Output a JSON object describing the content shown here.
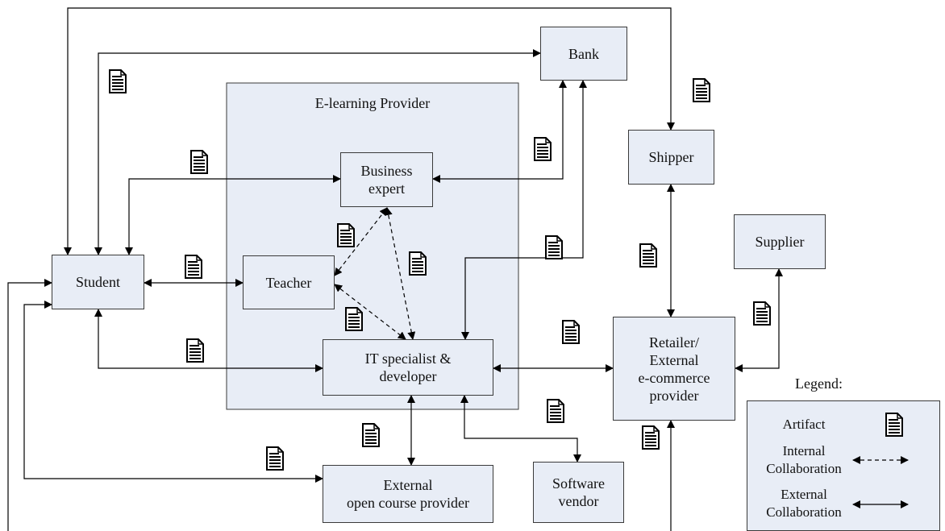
{
  "container": {
    "title": "E-learning Provider"
  },
  "nodes": {
    "bank": "Bank",
    "shipper": "Shipper",
    "supplier": "Supplier",
    "business_expert": "Business\nexpert",
    "teacher": "Teacher",
    "student": "Student",
    "it_specialist": "IT specialist &\ndeveloper",
    "retailer": "Retailer/\nExternal\ne-commerce\nprovider",
    "external_course": "External\nopen course provider",
    "software_vendor": "Software\nvendor"
  },
  "legend": {
    "title": "Legend:",
    "artifact": "Artifact",
    "internal": "Internal\nCollaboration",
    "external": "External\nCollaboration"
  },
  "colors": {
    "box_fill": "#e8edf6",
    "line": "#000000"
  }
}
